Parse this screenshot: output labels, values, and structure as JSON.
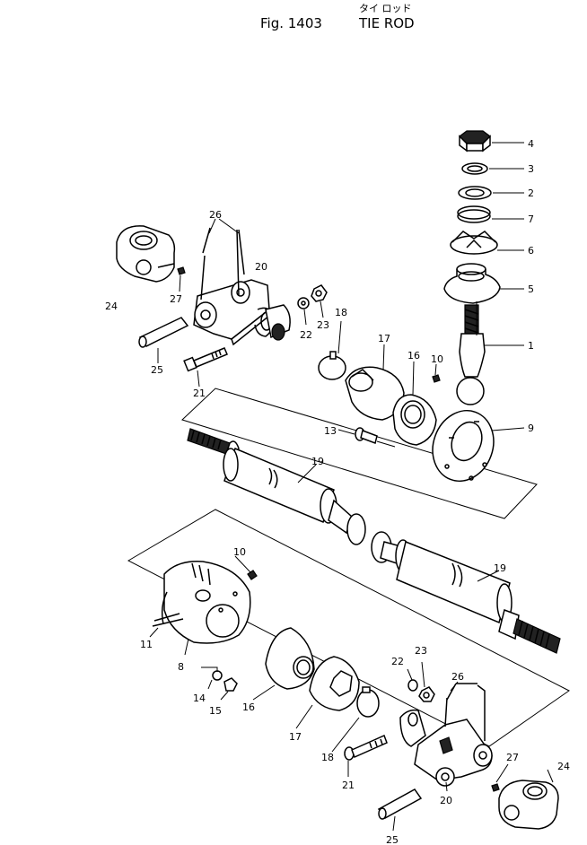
{
  "figure": {
    "number": "Fig. 1403",
    "title_en": "TIE ROD",
    "title_jp": "タイ ロッド"
  },
  "callouts": {
    "c4": "4",
    "c3": "3",
    "c2": "2",
    "c7": "7",
    "c6": "6",
    "c5": "5",
    "c1": "1",
    "c9": "9",
    "c10a": "10",
    "c16a": "16",
    "c17a": "17",
    "c18a": "18",
    "c13": "13",
    "c26a": "26",
    "c20a": "20",
    "c23a": "23",
    "c22a": "22",
    "c24a": "24",
    "c27a": "27",
    "c25a": "25",
    "c21a": "21",
    "c19a": "19",
    "c19b": "19",
    "c10b": "10",
    "c11": "11",
    "c8": "8",
    "c14": "14",
    "c15": "15",
    "c16b": "16",
    "c17b": "17",
    "c18b": "18",
    "c21b": "21",
    "c23b": "23",
    "c22b": "22",
    "c26b": "26",
    "c27b": "27",
    "c24b": "24",
    "c20b": "20",
    "c25b": "25"
  }
}
